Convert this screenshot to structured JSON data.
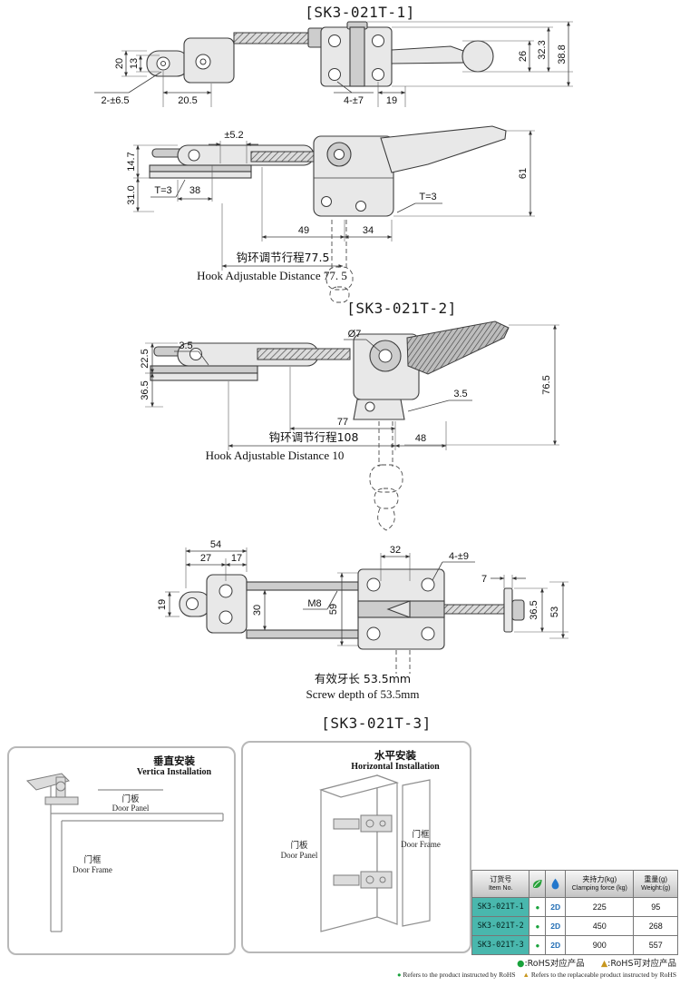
{
  "titles": {
    "t1": "[SK3-021T-1]",
    "t2": "[SK3-021T-2]",
    "t3": "[SK3-021T-3]"
  },
  "drawing1": {
    "dims": {
      "h20": "20",
      "h13": "13",
      "holes_left": "2-±6.5",
      "w205": "20.5",
      "holes_body": "4-±7",
      "w19": "19",
      "v26": "26",
      "v323": "32.3",
      "v388": "38.8"
    }
  },
  "drawing2": {
    "dims": {
      "pm52": "±5.2",
      "v147": "14.7",
      "v310": "31.0",
      "t3l": "T=3",
      "w38": "38",
      "w49": "49",
      "w34": "34",
      "t3r": "T=3",
      "v61": "61"
    },
    "travel_cn": "钩环调节行程77.5",
    "travel_en": "Hook Adjustable Distance 77. 5"
  },
  "drawing3": {
    "dims": {
      "dia7": "Ø7",
      "t35a": "3.5",
      "v225": "22.5",
      "v365": "36.5",
      "w77": "77",
      "w48": "48",
      "t35b": "3.5",
      "v765": "76.5"
    },
    "travel_cn": "钩环调节行程108",
    "travel_en": "Hook Adjustable Distance 10"
  },
  "drawing4": {
    "dims": {
      "w54": "54",
      "w27": "27",
      "w17": "17",
      "v19": "19",
      "v30": "30",
      "m8": "M8",
      "v59": "59",
      "w32": "32",
      "holes": "4-±9",
      "w7": "7",
      "v365": "36.5",
      "v53": "53"
    },
    "screw_cn": "有效牙长 53.5mm",
    "screw_en": "Screw depth of 53.5mm"
  },
  "installation": {
    "vertical": {
      "title_cn": "垂直安装",
      "title_en": "Vertica Installation",
      "panel_cn": "门板",
      "panel_en": "Door Panel",
      "frame_cn": "门框",
      "frame_en": "Door Frame"
    },
    "horizontal": {
      "title_cn": "水平安装",
      "title_en": "Horizontal Installation",
      "panel_cn": "门板",
      "panel_en": "Door Panel",
      "frame_cn": "门框",
      "frame_en": "Door Frame"
    }
  },
  "table": {
    "header": {
      "item_cn": "订货号",
      "item_en": "Item No.",
      "eco_icon": "leaf-icon",
      "cad_icon": "water-drop-icon",
      "force_cn": "夹持力(kg)",
      "force_en": "Clamping force (kg)",
      "weight_cn": "重量(g)",
      "weight_en": "Weight:(g)"
    },
    "rows": [
      {
        "item": "SK3-021T-1",
        "eco": "●",
        "cad": "2D",
        "force": "225",
        "weight": "95"
      },
      {
        "item": "SK3-021T-2",
        "eco": "●",
        "cad": "2D",
        "force": "450",
        "weight": "268"
      },
      {
        "item": "SK3-021T-3",
        "eco": "●",
        "cad": "2D",
        "force": "900",
        "weight": "557"
      }
    ],
    "colors": {
      "item_bg": "#49b7ad",
      "eco_green": "#18a23b",
      "cad_blue": "#1f6cb4"
    }
  },
  "footnotes": {
    "line1_dot": "●",
    "line1_a": ":RoHS对应产品",
    "line1_tri": "▲",
    "line1_b": ":RoHS可对应产品",
    "line2_dot": "●",
    "line2_a": " Refers to the product instructed by RoHS",
    "line2_tri": "▲",
    "line2_b": " Refers to the replaceable product instructed by RoHS"
  }
}
